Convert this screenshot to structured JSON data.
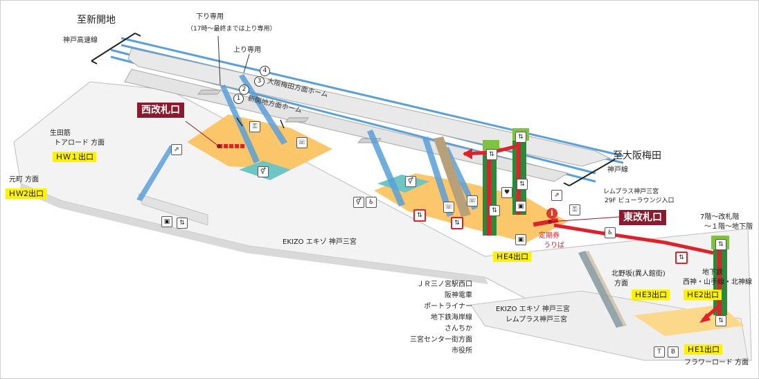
{
  "directions": {
    "shinkaichi": "至新開地",
    "kobe_kosoku": "神戸高速線",
    "osaka_umeda": "至大阪梅田",
    "kobe_line": "神戸線"
  },
  "platform_use": {
    "down_only": "下り専用",
    "down_note": "（17時～最終までは上り専用）",
    "up_only": "上り専用"
  },
  "platforms": {
    "osaka_umeda_home": "大阪梅田方面ホーム",
    "shinkaichi_home": "新開地方面ホーム",
    "numbers": [
      "4",
      "3",
      "2",
      "1"
    ]
  },
  "gates": {
    "west": "西改札口",
    "east": "東改札口"
  },
  "exits": {
    "hw1": "ＨＷ１出口",
    "hw2": "ＨＷ2出口",
    "he1": "ＨE1出口",
    "he2": "ＨE2出口",
    "he3": "ＨE3出口",
    "he4": "ＨE4出口"
  },
  "places": {
    "ikuta": "生田筋",
    "tor_road": "トアロード 方面",
    "motomachi": "元町 方面",
    "ekizo_main": "EKIZO エキゾ 神戸三宮",
    "ekizo_lower": "EKIZO エキゾ 神戸三宮",
    "remu_lower": "レムプラス神戸三宮",
    "remu_top1": "レムプラス神戸三宮",
    "remu_top2": "29F ビューラウンジ入口",
    "teiki": "定期券",
    "uriba": "うりば",
    "floor1": "7階～改札階",
    "floor2": "～１階～地下階",
    "kitanozaka1": "北野坂(異人館街)",
    "kitanozaka2": "方面",
    "subway1": "地下鉄",
    "subway2": "西神・山手線・北神線",
    "flower_road": "フラワーロード 方面",
    "destinations": [
      "ＪＲ三ノ宮駅西口",
      "阪神電車",
      "ポートライナー",
      "地下鉄海岸線",
      "さんちか",
      "三宮センター街方面",
      "市役所"
    ]
  },
  "colors": {
    "gate_bg": "#8b1a2e",
    "route": "#e0202a",
    "elevator_green": "#2a8a3a",
    "exit_yellow": "#fff200",
    "rail_blue": "#5aa0d8",
    "concourse_orange": "#fcc15a",
    "restroom_teal": "#6fc4c4"
  }
}
